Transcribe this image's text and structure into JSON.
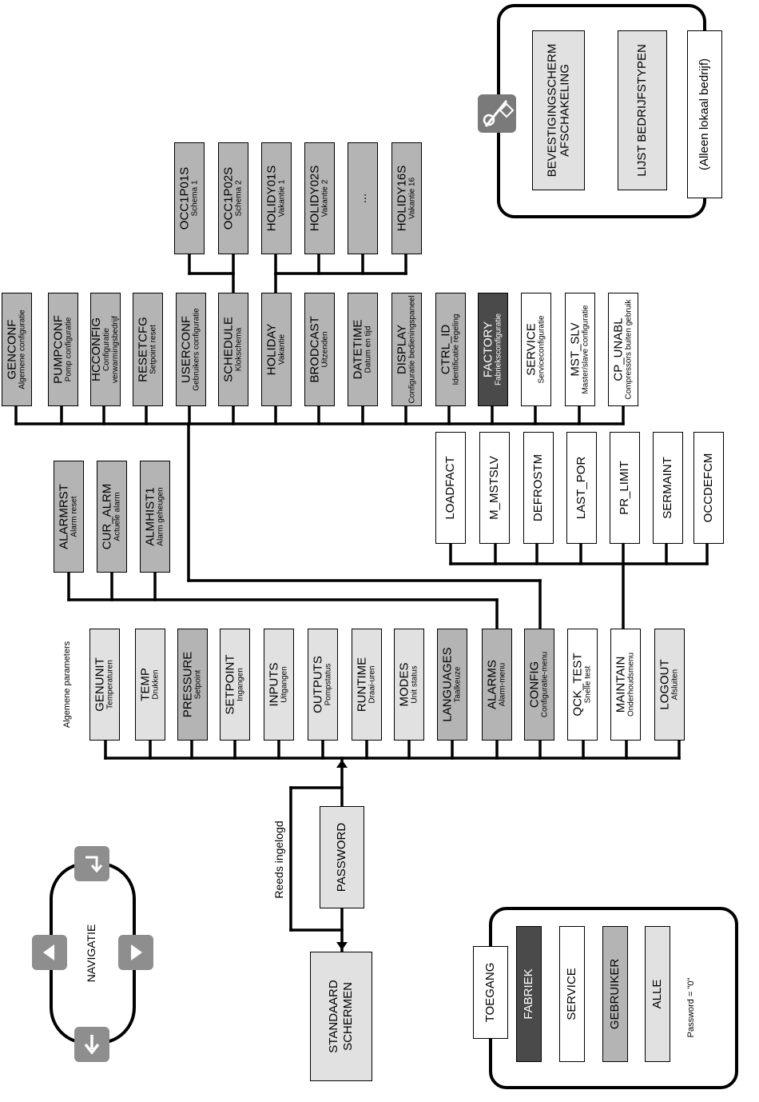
{
  "colors": {
    "white": "#ffffff",
    "light": "#e1e1e1",
    "mid": "#b4b4b4",
    "dark": "#4a4a4a",
    "line": "#000000"
  },
  "confirm_panel": {
    "icon": "no-start-icon",
    "items": [
      {
        "label": "BEVESTIGINGSCHERM\nAFSCHAKELING"
      },
      {
        "label": "LIJST BEDRIJFSTYPEN"
      },
      {
        "label": "(Alleen lokaal bedrijf)"
      }
    ]
  },
  "schedule_subs": [
    {
      "label": "OCC1P01S",
      "sub": "Schema 1"
    },
    {
      "label": "OCC1P02S",
      "sub": "Schema 2"
    }
  ],
  "holiday_subs": [
    {
      "label": "HOLIDY01S",
      "sub": "Vakantie 1"
    },
    {
      "label": "HOLIDY02S",
      "sub": "Vakantie 2"
    },
    {
      "label": "...",
      "sub": ""
    },
    {
      "label": "HOLIDY16S",
      "sub": "Vakantie 16"
    }
  ],
  "config_items": [
    {
      "label": "GENCONF",
      "sub": "Algemene configuratie"
    },
    {
      "label": "PUMPCONF",
      "sub": "Pomp configuratie"
    },
    {
      "label": "HCCONFIG",
      "sub": "Configuratie\nverwarmingsbedrijf"
    },
    {
      "label": "RESETCFG",
      "sub": "Setpoint reset"
    },
    {
      "label": "USERCONF",
      "sub": "Gebruikers configuratie"
    },
    {
      "label": "SCHEDULE",
      "sub": "Klokschema"
    },
    {
      "label": "HOLIDAY",
      "sub": "Vakantie"
    },
    {
      "label": "BRODCAST",
      "sub": "Uitzenden"
    },
    {
      "label": "DATETIME",
      "sub": "Datum en tijd"
    },
    {
      "label": "DISPLAY",
      "sub": "Configuratie bedieningspaneel"
    },
    {
      "label": "CTRL_ID",
      "sub": "Identificatie regeling"
    },
    {
      "label": "FACTORY",
      "sub": "Fabrieksconfiguratie"
    },
    {
      "label": "SERVICE",
      "sub": "Serviceconfiguratie"
    },
    {
      "label": "MST_SLV",
      "sub": "Master/slave configuratie"
    },
    {
      "label": "CP_UNABL",
      "sub": "Compressors buiten gebruik"
    }
  ],
  "maintain_items": [
    {
      "label": "LOADFACT"
    },
    {
      "label": "M_MSTSLV"
    },
    {
      "label": "DEFROSTM"
    },
    {
      "label": "LAST_POR"
    },
    {
      "label": "PR_LIMIT"
    },
    {
      "label": "SERMAINT"
    },
    {
      "label": "OCCDEFCM"
    }
  ],
  "alarm_items": [
    {
      "label": "ALARMRST",
      "sub": "Alarm reset"
    },
    {
      "label": "CUR_ALRM",
      "sub": "Actuele alarm"
    },
    {
      "label": "ALMHIST1",
      "sub": "Alarm geheugen"
    }
  ],
  "main_title": "Algemene parameters",
  "main_items": [
    {
      "label": "GENUNIT",
      "sub": "Temperaturen"
    },
    {
      "label": "TEMP",
      "sub": "Drukken"
    },
    {
      "label": "PRESSURE",
      "sub": "Setpoint"
    },
    {
      "label": "SETPOINT",
      "sub": "Ingangen"
    },
    {
      "label": "INPUTS",
      "sub": "Uitgangen"
    },
    {
      "label": "OUTPUTS",
      "sub": "Pompstatus"
    },
    {
      "label": "RUNTIME",
      "sub": "Draai-uren"
    },
    {
      "label": "MODES",
      "sub": "Unit status"
    },
    {
      "label": "LANGUAGES",
      "sub": "Taalkeuze"
    },
    {
      "label": "ALARMS",
      "sub": "Alarm-menu"
    },
    {
      "label": "CONFIG",
      "sub": "Configuratie-menu"
    },
    {
      "label": "QCK_TEST",
      "sub": "Snelle test"
    },
    {
      "label": "MAINTAIN",
      "sub": "Onderhoudsmenu"
    },
    {
      "label": "LOGOUT",
      "sub": "Afsluiten"
    }
  ],
  "password": {
    "label": "PASSWORD",
    "bypass_label": "Reeds ingelogd"
  },
  "standard": {
    "label": "STANDAARD\nSCHERMEN"
  },
  "navigation": {
    "label": "NAVIGATIE",
    "buttons": [
      {
        "icon": "enter-icon"
      },
      {
        "icon": "arrow-left-icon"
      },
      {
        "icon": "arrow-right-icon"
      },
      {
        "icon": "escape-icon"
      }
    ]
  },
  "access": {
    "title": "TOEGANG",
    "levels": [
      {
        "label": "FABRIEK"
      },
      {
        "label": "SERVICE"
      },
      {
        "label": "GEBRUIKER"
      },
      {
        "label": "ALLE"
      }
    ],
    "note": "Password = \"0\""
  }
}
